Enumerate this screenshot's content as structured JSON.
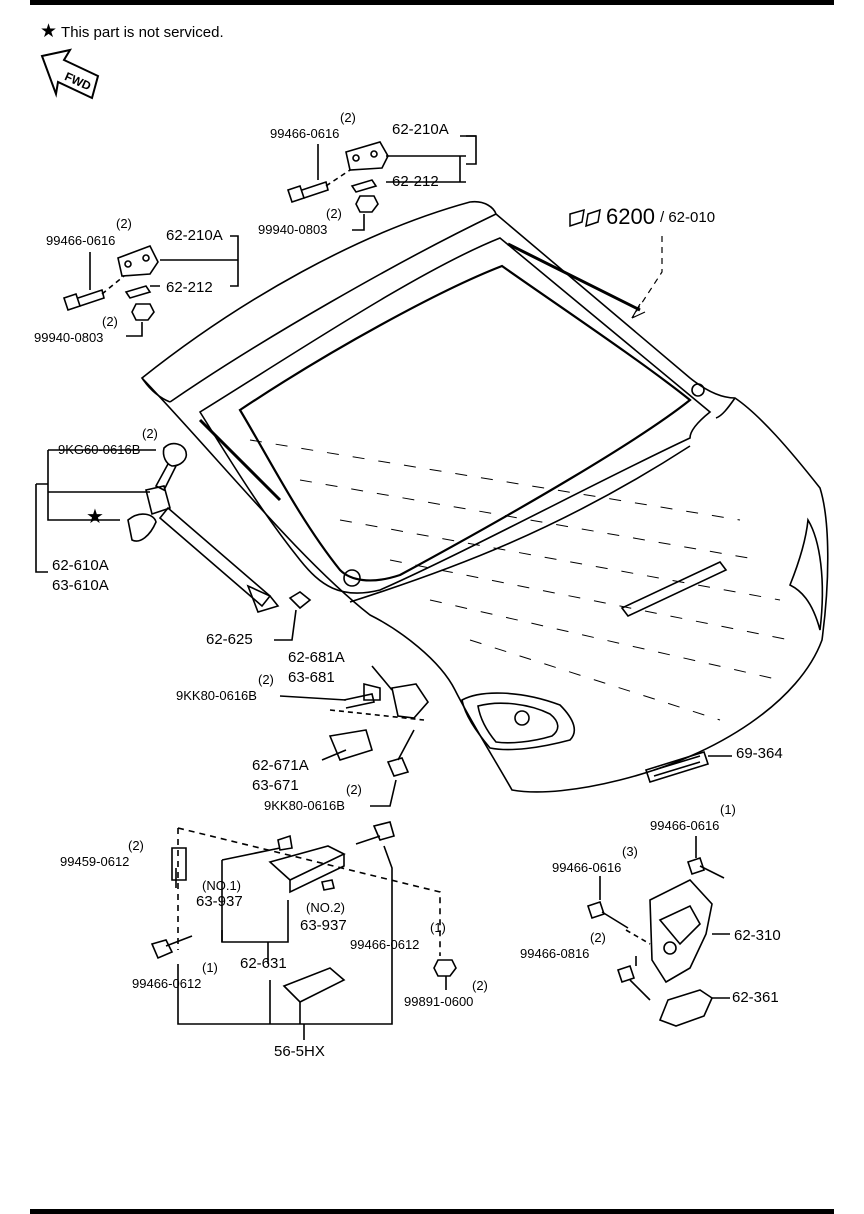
{
  "note": {
    "star": "★",
    "text": "This part is not serviced."
  },
  "fwd": "FWD",
  "labels": {
    "p99466_0616_top": "99466-0616",
    "qty2_a": "(2)",
    "p62_210A_top": "62-210A",
    "p62_212_top": "62-212",
    "qty2_b": "(2)",
    "p99940_0803_top": "99940-0803",
    "ref_main": "6200",
    "ref_sub": "/ 62-010",
    "qty2_c": "(2)",
    "p99466_0616_left": "99466-0616",
    "p62_210A_left": "62-210A",
    "p62_212_left": "62-212",
    "qty2_d": "(2)",
    "p99940_0803_left": "99940-0803",
    "qty2_e": "(2)",
    "p9KG60": "9KG60-0616B",
    "star2": "★",
    "p62_610A": "62-610A",
    "p63_610A": "63-610A",
    "p62_625": "62-625",
    "p62_681A": "62-681A",
    "p63_681": "63-681",
    "qty2_f": "(2)",
    "p9KK80_a": "9KK80-0616B",
    "p62_671A": "62-671A",
    "p63_671": "63-671",
    "qty2_g": "(2)",
    "p9KK80_b": "9KK80-0616B",
    "p69_364": "69-364",
    "qty1_a": "(1)",
    "p99466_0616_r1": "99466-0616",
    "qty3": "(3)",
    "p99466_0616_r2": "99466-0616",
    "p62_310": "62-310",
    "qty2_h": "(2)",
    "p99466_0816": "99466-0816",
    "p62_361": "62-361",
    "qty2_i": "(2)",
    "p99459_0612": "99459-0612",
    "no1": "(NO.1)",
    "p63_937_a": "63-937",
    "no2": "(NO.2)",
    "p63_937_b": "63-937",
    "qty1_b": "(1)",
    "p99466_0612_r": "99466-0612",
    "p62_631": "62-631",
    "qty1_c": "(1)",
    "p99466_0612_l": "99466-0612",
    "qty2_j": "(2)",
    "p99891_0600": "99891-0600",
    "p56_5HX": "56-5HX"
  }
}
